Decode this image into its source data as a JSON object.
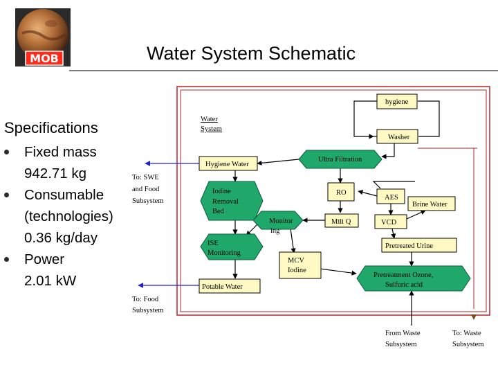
{
  "slide": {
    "title": "Water System Schematic",
    "logo_text": "MOB"
  },
  "specifications": {
    "heading": "Specifications",
    "items": [
      {
        "line1": "Fixed mass",
        "line2": "942.71 kg",
        "line3": ""
      },
      {
        "line1": "Consumable",
        "line2": "(technologies)",
        "line3": "0.36 kg/day"
      },
      {
        "line1": "Power",
        "line2": "2.01 kW",
        "line3": ""
      }
    ]
  },
  "schematic": {
    "section_label": [
      "Water",
      "System"
    ],
    "nodes": {
      "hygiene": "hygiene",
      "washer": "Washer",
      "hygiene_water": "Hygiene Water",
      "ultra_filtration": "Ultra Filtration",
      "iodine_removal_bed": [
        "Iodine",
        "Removal",
        "Bed"
      ],
      "ro": "RO",
      "aes": "AES",
      "brine_water": "Brine Water",
      "monitor": "Monitor",
      "monitor_sub": "ing",
      "mili_q": "Mili Q",
      "vcd": "VCD",
      "ise_monitoring": [
        "ISE",
        "Monitoring"
      ],
      "pretreated_urine": "Pretreated Urine",
      "mcv_iodine": [
        "MCV",
        "Iodine"
      ],
      "pretreatment": [
        "Pretreatment Ozone,",
        "Sulfuric acid"
      ],
      "potable_water": "Potable Water",
      "from_waste": [
        "From Waste",
        "Subsystem"
      ],
      "to_waste": [
        "To: Waste",
        "Subsystem"
      ],
      "to_swe": [
        "To: SWE",
        "and Food",
        "Subsystem"
      ],
      "to_food": [
        "To: Food",
        "Subsystem"
      ]
    },
    "colors": {
      "border": "#b3242a",
      "box_fill": "#fff9c4",
      "green_fill": "#20a86a",
      "arrow": "#1f1fe0",
      "waste_arrow": "#7a4a1a"
    }
  }
}
